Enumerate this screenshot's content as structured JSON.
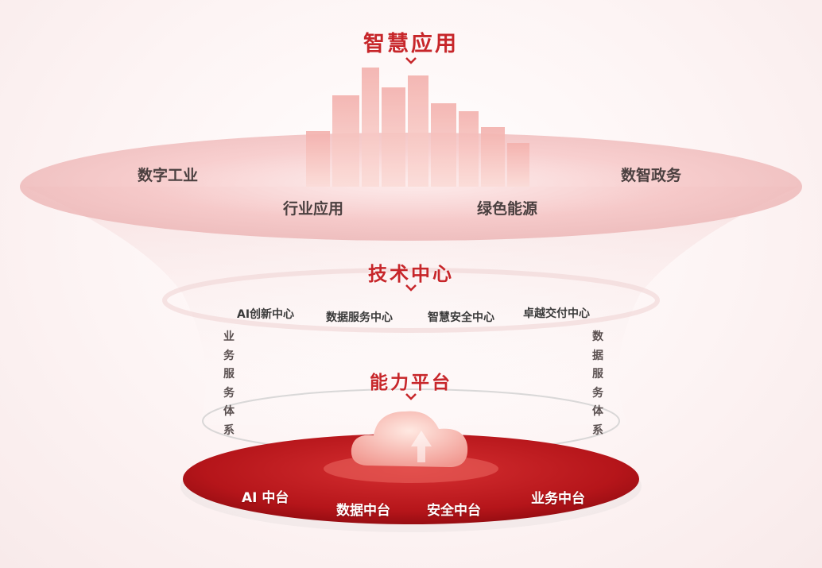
{
  "colors": {
    "accent": "#c7262a",
    "dark_red": "#a00f14",
    "text_dark": "#3d3d3d"
  },
  "sections": {
    "top": {
      "title": "智慧应用",
      "items": [
        "数字工业",
        "行业应用",
        "绿色能源",
        "数智政务"
      ]
    },
    "middle": {
      "title": "技术中心",
      "items": [
        "AI创新中心",
        "数据服务中心",
        "智慧安全中心",
        "卓越交付中心"
      ]
    },
    "bottom": {
      "title": "能力平台",
      "items": [
        "AI 中台",
        "数据中台",
        "安全中台",
        "业务中台"
      ]
    }
  },
  "side_labels": {
    "left": "业务服务体系",
    "right": "数据服务体系"
  }
}
